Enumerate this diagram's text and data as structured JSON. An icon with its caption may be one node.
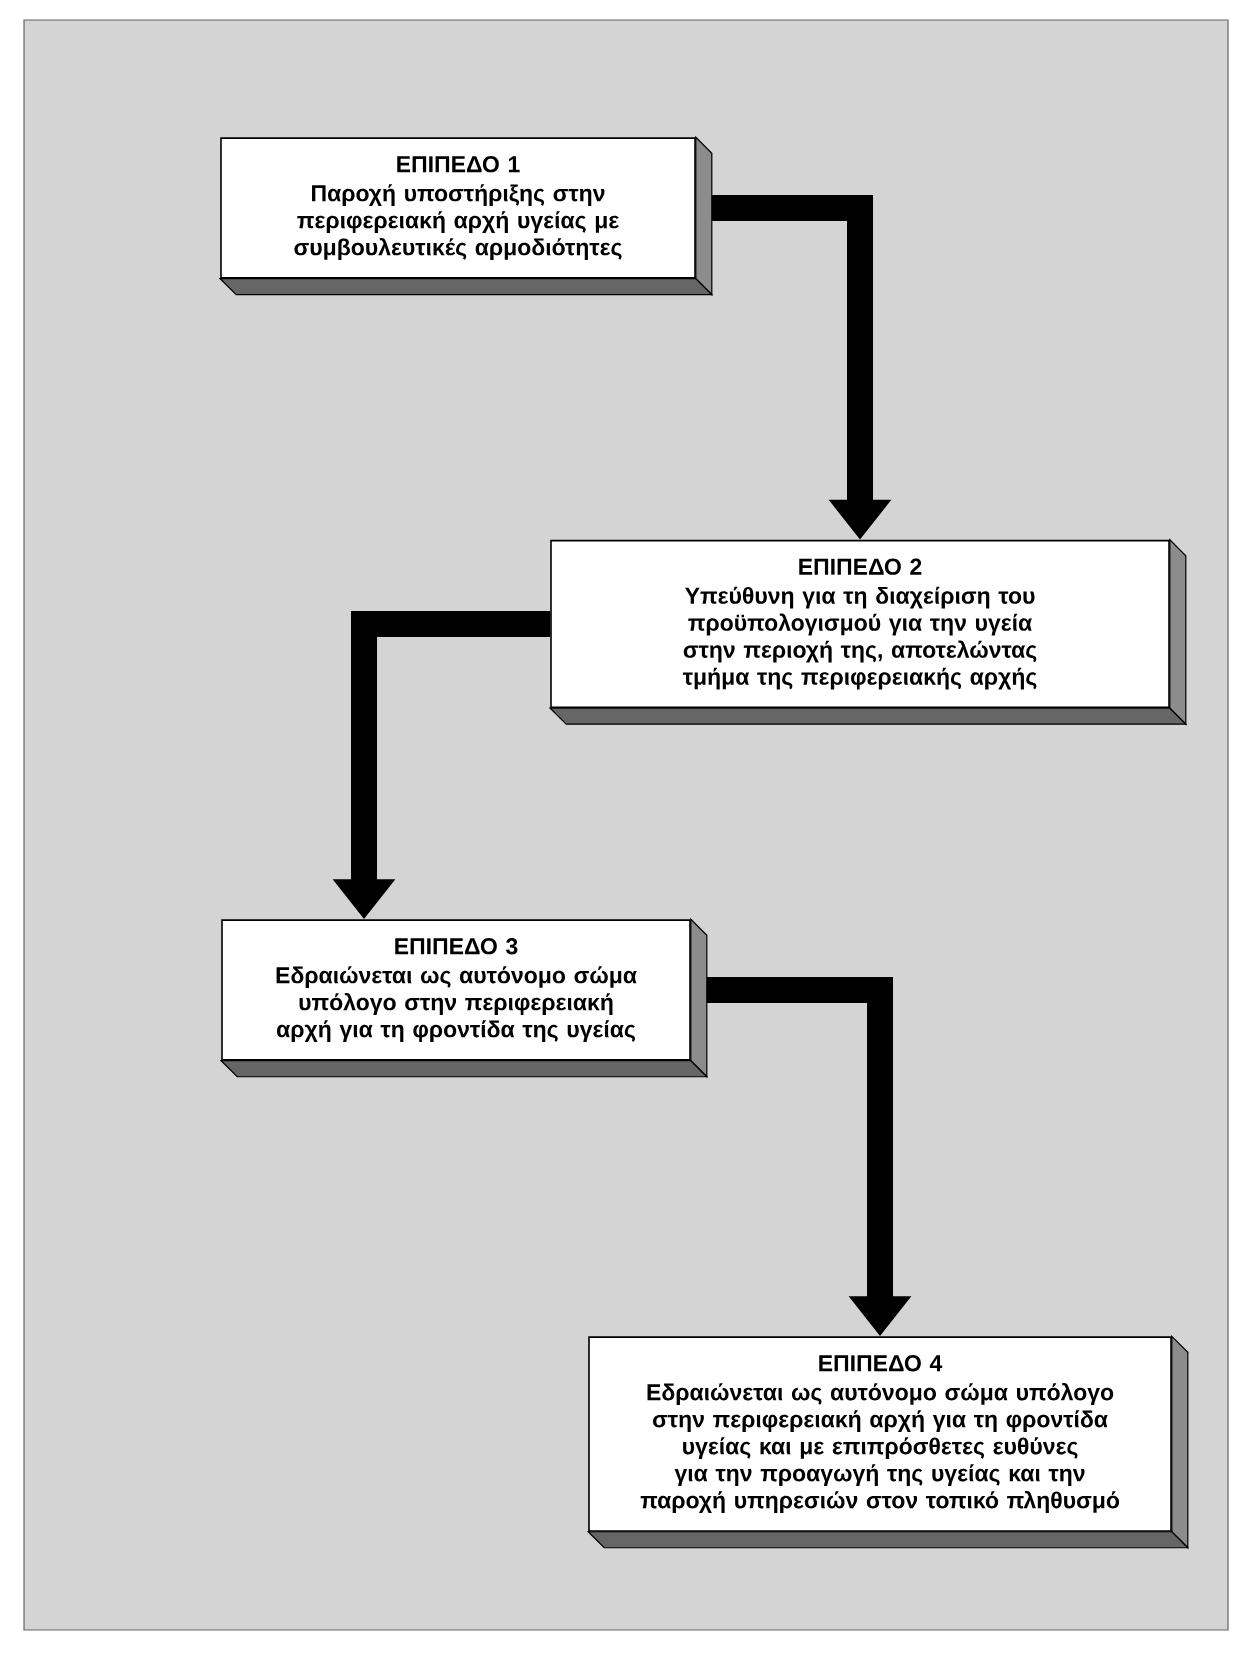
{
  "diagram": {
    "nodes": [
      {
        "text": [
          "ΕΠΙΠΕΔΟ 1",
          "Παροχή υποστήριξης στην περιφερειακή αρχή υγείας με συμβουλευτικές αρμοδιότητες"
        ]
      },
      {
        "text": [
          "ΕΠΙΠΕΔΟ 2",
          "Υπεύθυνη για τη διαχείριση του προϋπολογισμού για την υγεία στην περιοχή της, αποτελώντας τμήμα της περιφερειακής αρχής"
        ]
      },
      {
        "text": [
          "ΕΠΙΠΕΔΟ 3",
          "Εδραιώνεται ως αυτόνομο σώμα υπόλογο στην περιφερειακή αρχή για τη φροντίδα της υγείας"
        ]
      },
      {
        "text": [
          "ΕΠΙΠΕΔΟ 4",
          "Εδραιώνεται ως αυτόνομο σώμα υπόλογο στην περιφερειακή αρχή για τη φροντίδα υγείας και με επιπρόσθετες ευθύνες για την προαγωγή της υγείας και την παροχή υπηρεσιών στον τοπικό πληθυσμό"
        ]
      }
    ],
    "edges": [
      {
        "from": 0,
        "to": 1,
        "arrow": "to"
      },
      {
        "from": 1,
        "to": 2,
        "arrow": "to"
      },
      {
        "from": 2,
        "to": 3,
        "arrow": "to"
      }
    ]
  }
}
